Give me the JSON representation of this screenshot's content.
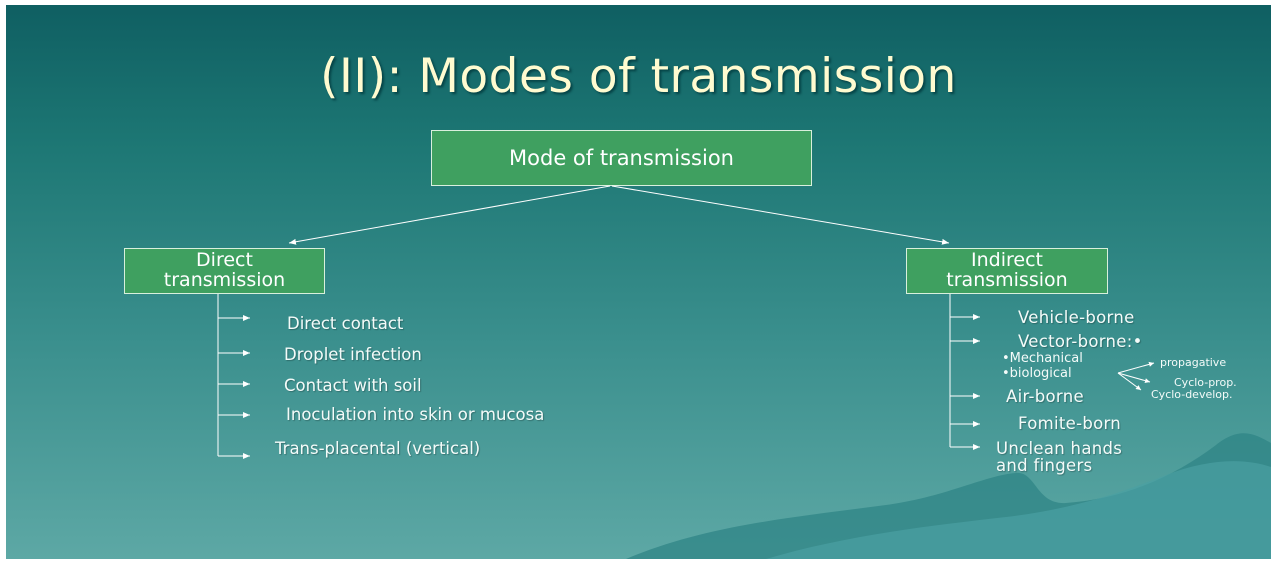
{
  "slide": {
    "title": "(II): Modes of transmission",
    "root": {
      "label": "Mode of transmission"
    },
    "direct": {
      "label_line1": "Direct",
      "label_line2": "transmission",
      "items": [
        "Direct contact",
        "Droplet infection",
        "Contact with soil",
        "Inoculation into skin or mucosa",
        "Trans-placental (vertical)"
      ]
    },
    "indirect": {
      "label_line1": "Indirect",
      "label_line2": "transmission",
      "items": {
        "vehicle": "Vehicle-borne",
        "vector": "Vector-borne:•",
        "mechanical": "•Mechanical",
        "biological": "•biological",
        "propagative": "propagative",
        "cyclo_prop": "Cyclo-prop.",
        "cyclo_develop": "Cyclo-develop.",
        "air": "Air-borne",
        "fomite": "Fomite-born",
        "hands_line1": "Unclean hands",
        "hands_line2": "and fingers"
      }
    }
  },
  "colors": {
    "background_top": "#0f5f62",
    "background_bottom": "#5da8a5",
    "box_fill": "#3fa060",
    "title_text": "#fffbd0",
    "text": "#ffffff"
  }
}
